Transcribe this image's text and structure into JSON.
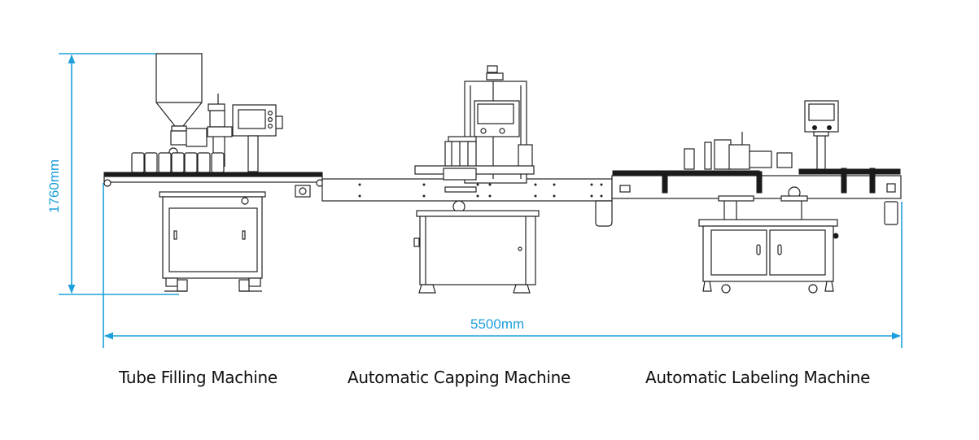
{
  "diagram": {
    "type": "machine-line-layout-drawing",
    "dimension_color": "#1ea0dc",
    "dimensions": {
      "height_label": "1760mm",
      "length_label": "5500mm"
    },
    "machines": [
      {
        "id": "filling",
        "label": "Tube Filling Machine"
      },
      {
        "id": "capping",
        "label": "Automatic Capping Machine"
      },
      {
        "id": "labeling",
        "label": "Automatic Labeling Machine"
      }
    ]
  }
}
